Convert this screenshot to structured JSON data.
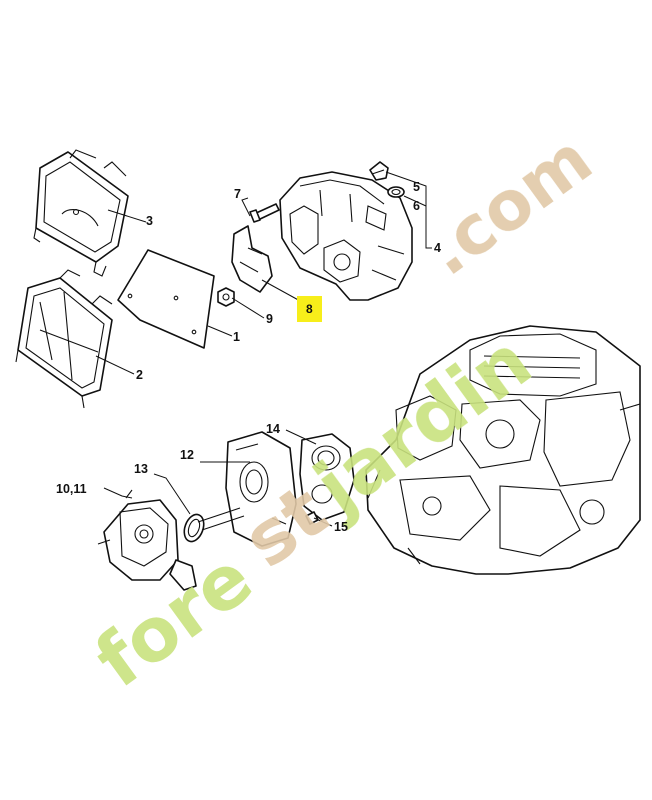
{
  "watermark": {
    "brand": "forestjardin.com",
    "color_green": "#c9e27e",
    "color_tan": "#e1c9a7"
  },
  "highlight_color": "#f7ee1a",
  "callouts": [
    {
      "id": "1",
      "text": "1"
    },
    {
      "id": "2",
      "text": "2"
    },
    {
      "id": "3",
      "text": "3"
    },
    {
      "id": "4",
      "text": "4"
    },
    {
      "id": "5",
      "text": "5"
    },
    {
      "id": "6",
      "text": "6"
    },
    {
      "id": "7",
      "text": "7"
    },
    {
      "id": "8",
      "text": "8",
      "highlighted": true
    },
    {
      "id": "9",
      "text": "9"
    },
    {
      "id": "10_11",
      "text": "10,11"
    },
    {
      "id": "12",
      "text": "12"
    },
    {
      "id": "13",
      "text": "13"
    },
    {
      "id": "14",
      "text": "14"
    },
    {
      "id": "15",
      "text": "15"
    }
  ]
}
